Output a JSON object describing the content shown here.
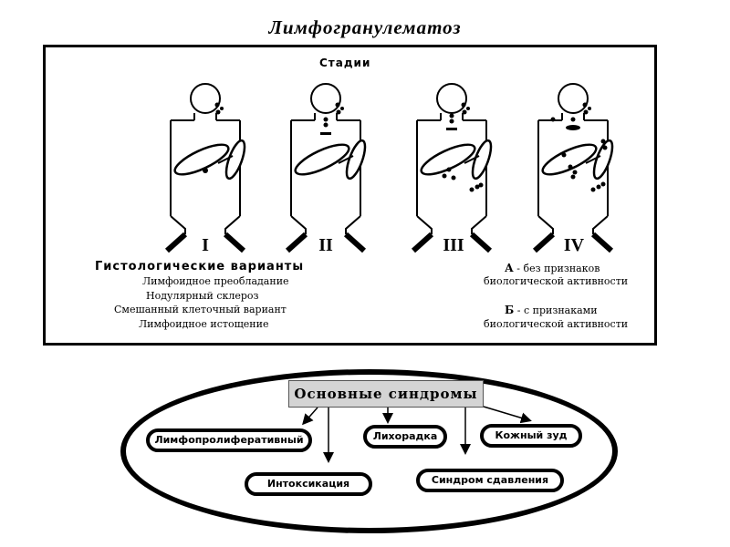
{
  "title": "Лимфогранулематоз",
  "stages": {
    "heading": "Стадии",
    "labels": [
      "I",
      "II",
      "III",
      "IV"
    ]
  },
  "histology": {
    "heading": "Гистологические варианты",
    "items": [
      "Лимфоидное преобладание",
      "Нодулярный склероз",
      "Смешанный клеточный вариант",
      "Лимфоидное истощение"
    ]
  },
  "activity": {
    "a_head": "А",
    "a_line1": "- без признаков",
    "a_line2": "биологической активности",
    "b_head": "Б",
    "b_line1": "- с признаками",
    "b_line2": "биологической активности"
  },
  "syndromes": {
    "main": "Основные синдромы",
    "items": [
      "Лимфопролиферативный",
      "Интоксикация",
      "Лихорадка",
      "Синдром сдавления",
      "Кожный зуд"
    ]
  }
}
